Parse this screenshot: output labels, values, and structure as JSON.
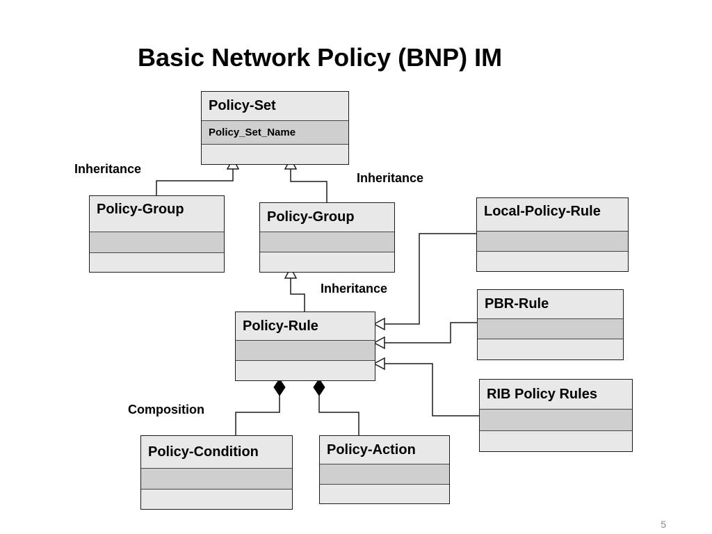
{
  "title": "Basic Network Policy (BNP) IM",
  "page_number": "5",
  "classes": {
    "policy_set": {
      "name": "Policy-Set",
      "attribute": "Policy_Set_Name"
    },
    "policy_group_left": {
      "name": "Policy-Group"
    },
    "policy_group_center": {
      "name": "Policy-Group"
    },
    "local_policy_rule": {
      "name": "Local-Policy-Rule"
    },
    "pbr_rule": {
      "name": "PBR-Rule"
    },
    "policy_rule": {
      "name": "Policy-Rule"
    },
    "rib_policy_rules": {
      "name": "RIB Policy Rules"
    },
    "policy_condition": {
      "name": "Policy-Condition"
    },
    "policy_action": {
      "name": "Policy-Action"
    }
  },
  "relations": {
    "inheritance_left": "Inheritance",
    "inheritance_right": "Inheritance",
    "inheritance_rule": "Inheritance",
    "composition": "Composition"
  },
  "colors": {
    "header_fill": "#e8e8e8",
    "attribute_fill": "#cfcfcf",
    "line": "#1a1a1a"
  }
}
